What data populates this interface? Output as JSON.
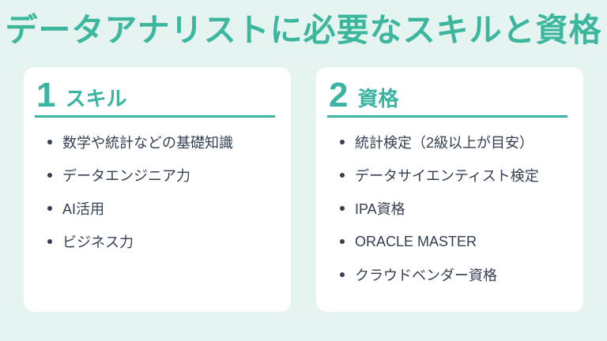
{
  "title": "データアナリストに必要なスキルと資格",
  "theme": {
    "background": "#e6f4f1",
    "card_background": "#ffffff",
    "accent": "#3bb5a3",
    "title_color": "#3cb79d",
    "text_color": "#333f50"
  },
  "cards": [
    {
      "number": "1",
      "heading": "スキル",
      "items": [
        "数学や統計などの基礎知識",
        "データエンジニア力",
        "AI活用",
        "ビジネス力"
      ]
    },
    {
      "number": "2",
      "heading": "資格",
      "items": [
        "統計検定（2級以上が目安）",
        "データサイエンティスト検定",
        "IPA資格",
        "ORACLE MASTER",
        "クラウドベンダー資格"
      ]
    }
  ]
}
